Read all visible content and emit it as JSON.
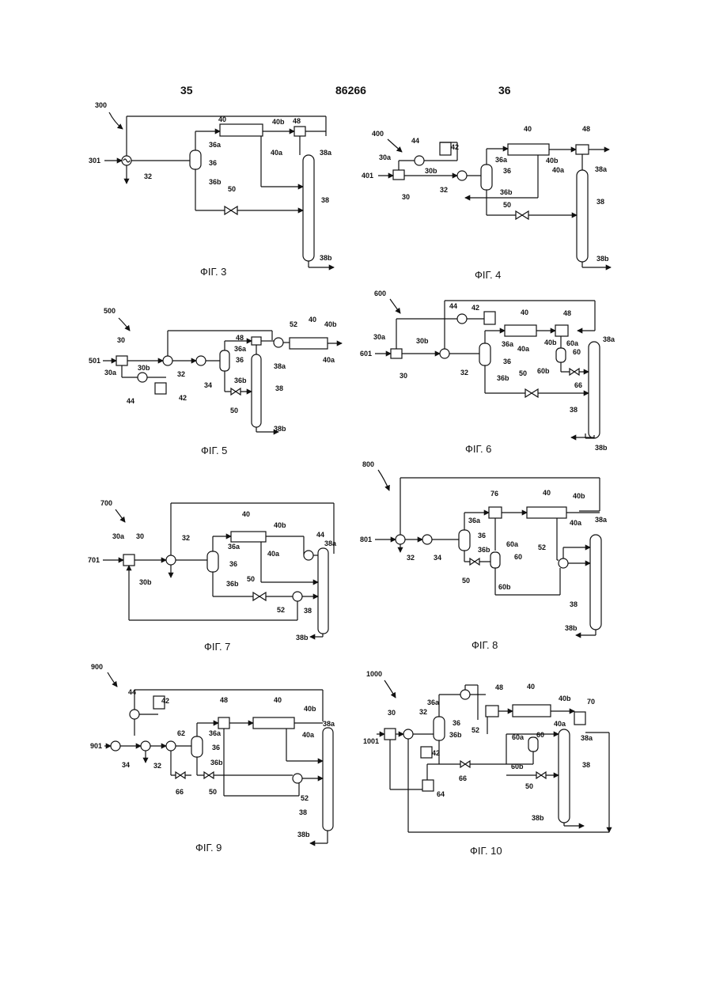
{
  "header": {
    "page_left": "35",
    "doc_number": "86266",
    "page_right": "36"
  },
  "figures": [
    {
      "id": "fig3",
      "ref": "300",
      "caption": "ФІГ. 3",
      "labels": [
        "301",
        "32",
        "36a",
        "36",
        "36b",
        "40",
        "40b",
        "40a",
        "48",
        "38a",
        "38",
        "38b",
        "50"
      ]
    },
    {
      "id": "fig4",
      "ref": "400",
      "caption": "ФІГ. 4",
      "labels": [
        "401",
        "30a",
        "30",
        "30b",
        "44",
        "42",
        "32",
        "36a",
        "36",
        "36b",
        "40",
        "40b",
        "40a",
        "48",
        "38a",
        "38",
        "38b",
        "50"
      ]
    },
    {
      "id": "fig5",
      "ref": "500",
      "caption": "ФІГ. 5",
      "labels": [
        "501",
        "30",
        "30a",
        "30b",
        "44",
        "42",
        "32",
        "34",
        "48",
        "36a",
        "36",
        "36b",
        "52",
        "40",
        "40b",
        "40a",
        "38a",
        "38",
        "38b",
        "50"
      ]
    },
    {
      "id": "fig6",
      "ref": "600",
      "caption": "ФІГ. 6",
      "labels": [
        "601",
        "30a",
        "30",
        "30b",
        "44",
        "42",
        "32",
        "36a",
        "36",
        "36b",
        "40",
        "40a",
        "40b",
        "48",
        "60a",
        "60",
        "60b",
        "50",
        "66",
        "38a",
        "38",
        "38b"
      ]
    },
    {
      "id": "fig7",
      "ref": "700",
      "caption": "ФІГ. 7",
      "labels": [
        "701",
        "30a",
        "30",
        "30b",
        "32",
        "36a",
        "36",
        "36b",
        "40",
        "40b",
        "40a",
        "44",
        "38a",
        "50",
        "52",
        "38",
        "38b"
      ]
    },
    {
      "id": "fig8",
      "ref": "800",
      "caption": "ФІГ. 8",
      "labels": [
        "801",
        "32",
        "34",
        "36a",
        "36",
        "36b",
        "76",
        "40",
        "40b",
        "40a",
        "60a",
        "60",
        "60b",
        "52",
        "50",
        "38a",
        "38",
        "38b"
      ]
    },
    {
      "id": "fig9",
      "ref": "900",
      "caption": "ФІГ. 9",
      "labels": [
        "901",
        "34",
        "44",
        "42",
        "32",
        "62",
        "36a",
        "36",
        "36b",
        "48",
        "40",
        "40b",
        "40a",
        "38a",
        "66",
        "50",
        "52",
        "38",
        "38b"
      ]
    },
    {
      "id": "fig10",
      "ref": "1000",
      "caption": "ФІГ. 10",
      "labels": [
        "1001",
        "30",
        "32",
        "36a",
        "36",
        "36b",
        "52",
        "48",
        "40",
        "40b",
        "70",
        "40a",
        "38a",
        "60a",
        "60",
        "60b",
        "42",
        "66",
        "64",
        "50",
        "38",
        "38b"
      ]
    }
  ]
}
